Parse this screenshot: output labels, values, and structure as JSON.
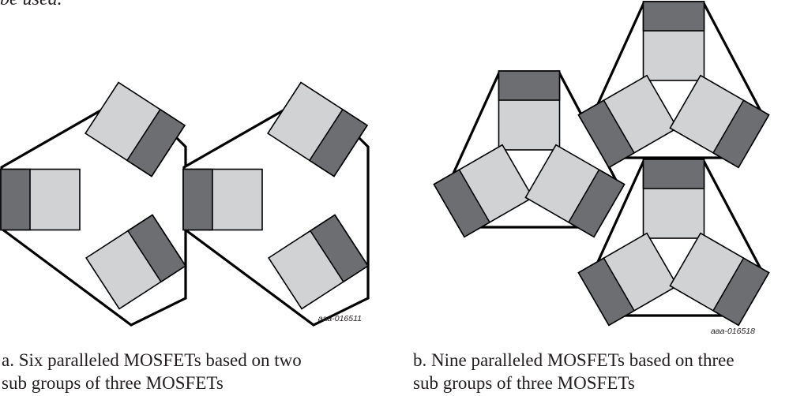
{
  "top_text": "be used.",
  "diagram": {
    "colors": {
      "outline": "#000000",
      "dark_segment": "#6d6e71",
      "light_segment": "#d1d2d4"
    },
    "panel_a": {
      "code": "aaa-016511",
      "caption_line1": "a. Six paralleled MOSFETs based on two",
      "caption_line2": "sub groups of three MOSFETs",
      "subgroup_count": 2,
      "mosfets_per_subgroup": 3
    },
    "panel_b": {
      "code": "aaa-016518",
      "caption_line1": "b. Nine paralleled MOSFETs based on three",
      "caption_line2": "sub groups of three MOSFETs",
      "subgroup_count": 3,
      "mosfets_per_subgroup": 3
    }
  }
}
